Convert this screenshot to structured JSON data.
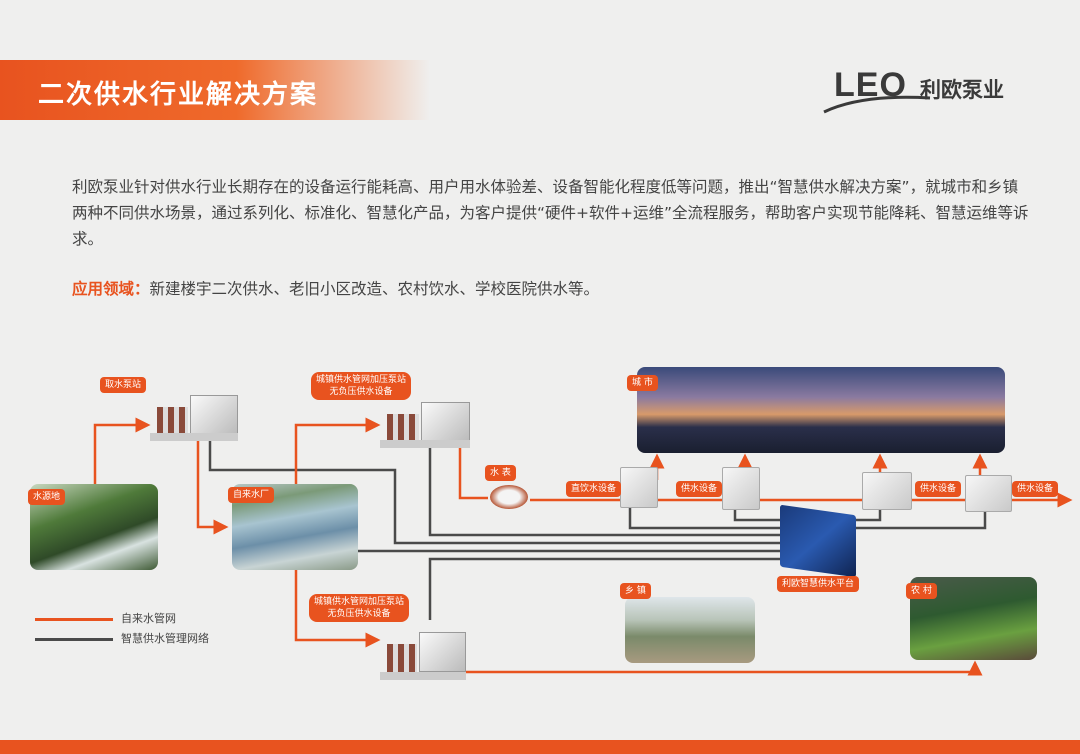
{
  "header": {
    "title": "二次供水行业解决方案",
    "logo_text": "LEO",
    "logo_cn": "利欧泵业"
  },
  "intro": "利欧泵业针对供水行业长期存在的设备运行能耗高、用户用水体验差、设备智能化程度低等问题，推出“智慧供水解决方案”，就城市和乡镇两种不同供水场景，通过系列化、标准化、智慧化产品，为客户提供“硬件+软件+运维”全流程服务，帮助客户实现节能降耗、智慧运维等诉求。",
  "application": {
    "label": "应用领域：",
    "text": "新建楼宇二次供水、老旧小区改造、农村饮水、学校医院供水等。"
  },
  "diagram": {
    "intake_station": "取水泵站",
    "booster_station_1": "城镇供水管网加压泵站\n无负压供水设备",
    "booster_station_2": "城镇供水管网加压泵站\n无负压供水设备",
    "water_source": "水源地",
    "water_plant": "自来水厂",
    "water_meter": "水  表",
    "city": "城  市",
    "direct_drink": "直饮水设备",
    "supply_1": "供水设备",
    "supply_2": "供水设备",
    "supply_3": "供水设备",
    "platform": "利欧智慧供水平台",
    "town": "乡  镇",
    "village": "农  村"
  },
  "legend": [
    {
      "label": "自来水管网",
      "color": "#e8531f"
    },
    {
      "label": "智慧供水管理网络",
      "color": "#4a4a4a"
    }
  ],
  "colors": {
    "accent": "#e8531f",
    "network": "#4a4a4a"
  }
}
